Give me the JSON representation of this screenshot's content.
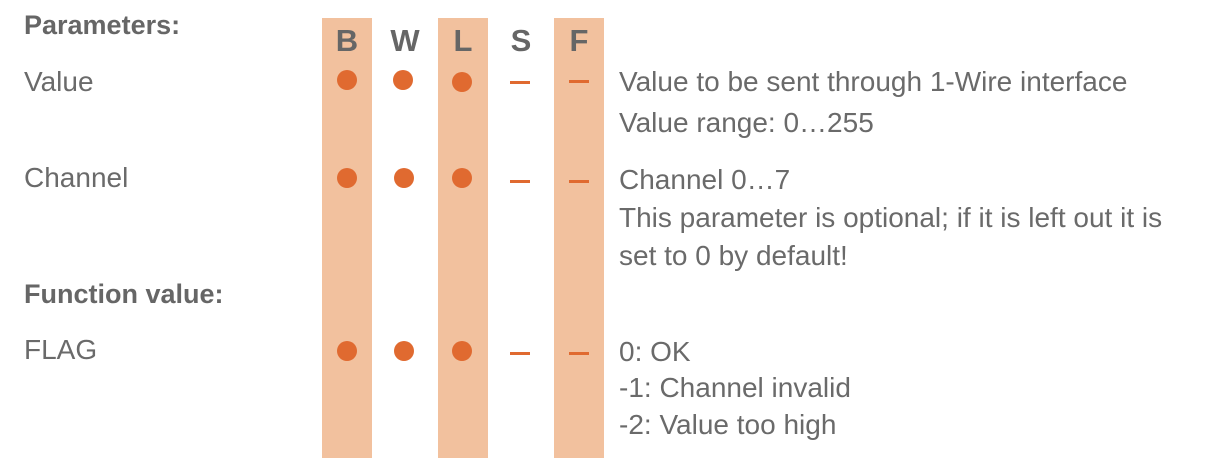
{
  "columns": {
    "b": "B",
    "w": "W",
    "l": "L",
    "s": "S",
    "f": "F"
  },
  "parameters": {
    "heading": "Parameters:",
    "rows": [
      {
        "name": "Value",
        "support": [
          "dot",
          "dot",
          "dot",
          "dash",
          "dash"
        ],
        "description": [
          "Value to be sent through 1-Wire interface",
          "Value range: 0…255"
        ]
      },
      {
        "name": "Channel",
        "support": [
          "dot",
          "dot",
          "dot",
          "dash",
          "dash"
        ],
        "description": [
          "Channel 0…7",
          "This parameter is optional; if it is left out it is",
          "set to 0 by default!"
        ]
      }
    ]
  },
  "function_value": {
    "heading": "Function value:",
    "rows": [
      {
        "name": "FLAG",
        "support": [
          "dot",
          "dot",
          "dot",
          "dash",
          "dash"
        ],
        "description": [
          "0: OK",
          "-1: Channel invalid",
          "-2: Value too high"
        ]
      }
    ]
  },
  "colors": {
    "column_highlight": "#f2c19e",
    "marker": "#e06a30",
    "text": "#6a6a6a"
  }
}
